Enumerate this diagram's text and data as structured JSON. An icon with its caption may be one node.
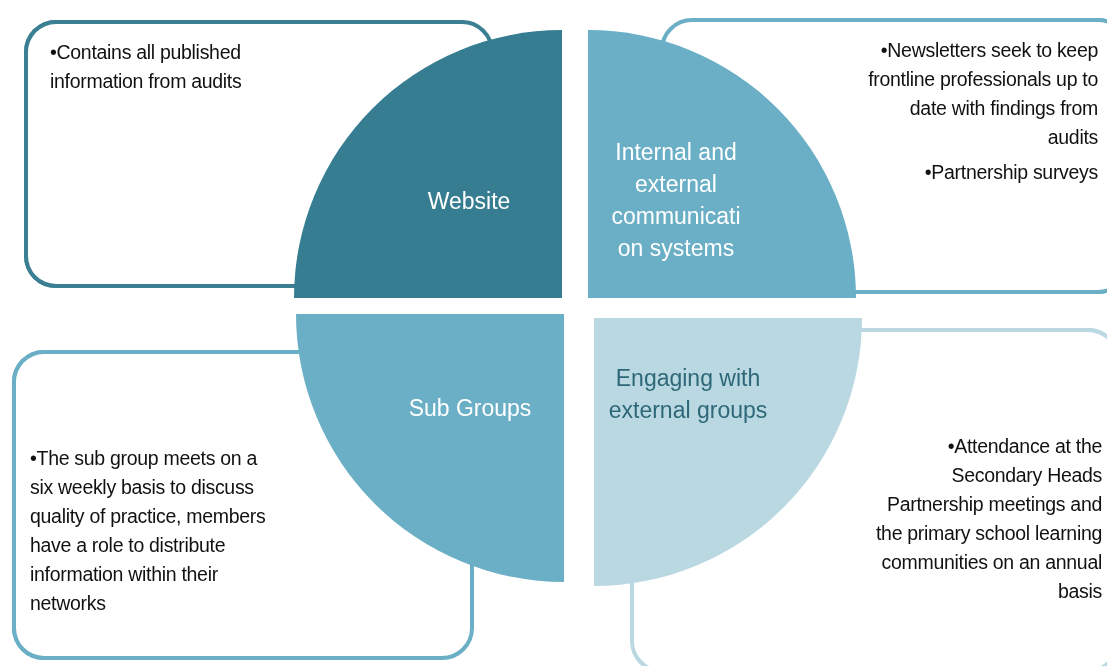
{
  "diagram": {
    "nodes": [
      {
        "text": [
          "•Contains all published information from audits"
        ]
      },
      {
        "text": [
          "Website"
        ]
      },
      {
        "text": [
          "Internal and external communicati on systems"
        ]
      },
      {
        "text": [
          "•Newsletters seek to keep frontline professionals up to date with findings from audits",
          "•Partnership surveys"
        ]
      },
      {
        "text": [
          "•The sub group meets on a six weekly basis to discuss quality of practice, members have a role to distribute information within their networks"
        ]
      },
      {
        "text": [
          "Sub Groups"
        ]
      },
      {
        "text": [
          "Engaging with external groups"
        ]
      },
      {
        "text": [
          "•Attendance at the Secondary Heads Partnership meetings and the primary school learning communities on an annual basis"
        ]
      }
    ]
  }
}
